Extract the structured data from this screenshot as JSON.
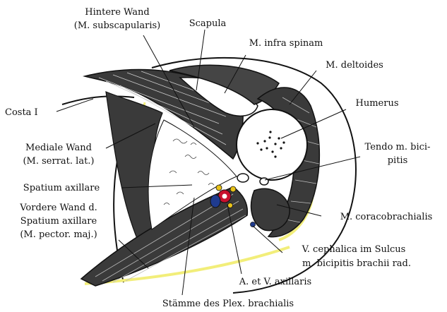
{
  "labels": {
    "hintere_wand_1": "Hintere Wand",
    "hintere_wand_2": "(M. subscapularis)",
    "scapula": "Scapula",
    "infra_spinam": "M. infra spinam",
    "deltoides": "M. deltoides",
    "costa": "Costa I",
    "humerus": "Humerus",
    "mediale_wand_1": "Mediale Wand",
    "mediale_wand_2": "(M. serrat. lat.)",
    "tendo_1": "Tendo m. bici-",
    "tendo_2": "pitis",
    "spatium": "Spatium axillare",
    "vordere_1": "Vordere Wand d.",
    "vordere_2": "Spatium axillare",
    "vordere_3": "(M. pector. maj.)",
    "coracobrachialis": "M. coracobrachialis",
    "cephalica_1": "V. cephalica im Sulcus",
    "cephalica_2": "m. bicipitis brachii rad.",
    "axillaris": "A. et V. axillaris",
    "plexus": "Stämme des Plex. brachialis"
  },
  "colors": {
    "ink": "#111111",
    "fascia_yellow": "#f2ee7a",
    "artery_red": "#c8102e",
    "vein_blue": "#1f3b8f",
    "nerve_yellow": "#e8c21a"
  }
}
